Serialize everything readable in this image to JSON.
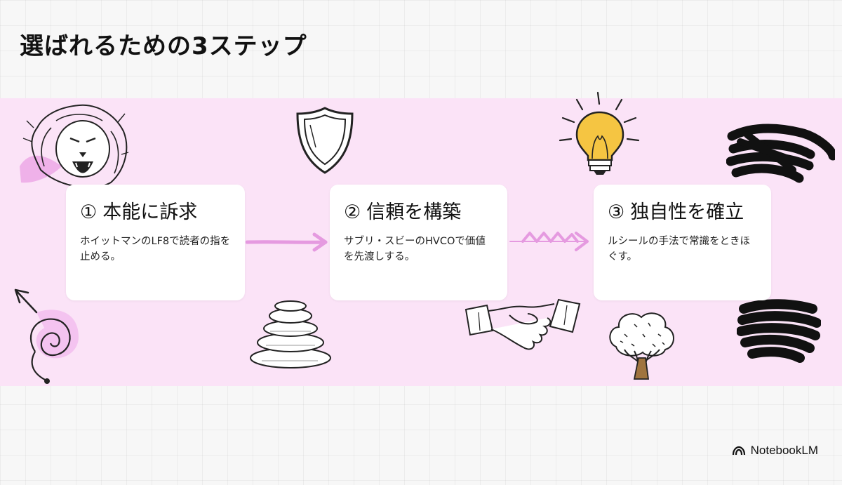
{
  "slide": {
    "title": "選ばれるための3ステップ"
  },
  "steps": [
    {
      "number": "①",
      "heading": "本能に訴求",
      "text": "ホイットマンのLF8で読者の指を止める。"
    },
    {
      "number": "②",
      "heading": "信頼を構築",
      "text": "サブリ・スビーのHVCOで価値を先渡しする。"
    },
    {
      "number": "③",
      "heading": "独自性を確立",
      "text": "ルシールの手法で常識をときほぐす。"
    }
  ],
  "brand": {
    "name": "NotebookLM"
  },
  "illustrations": [
    "lion-icon",
    "shield-icon",
    "lightbulb-icon",
    "black-scribble-icon",
    "spiral-arrow-icon",
    "stacked-stones-icon",
    "handshake-icon",
    "tree-icon",
    "arrow-right-icon",
    "zigzag-arrow-icon"
  ],
  "colors": {
    "band": "#fbe3f7",
    "accent": "#e59ae0",
    "card": "#ffffff",
    "text": "#111111",
    "bulb": "#f5c542"
  }
}
